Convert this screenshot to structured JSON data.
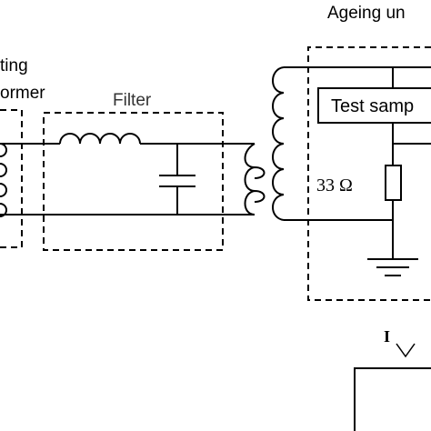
{
  "labels": {
    "ageing_unit": "Ageing un",
    "transformer_line1": "ting",
    "transformer_line2": "ormer",
    "filter": "Filter",
    "test_sample": "Test samp",
    "resistor": "33 Ω",
    "current_symbol": "I"
  },
  "colors": {
    "stroke": "#000000",
    "background": "#ffffff",
    "filter_label": "#333333"
  }
}
